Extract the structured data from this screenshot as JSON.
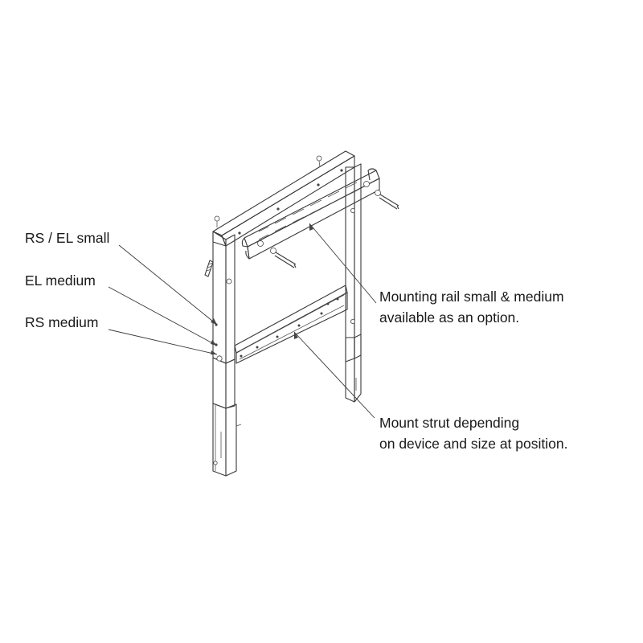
{
  "labels": {
    "rs_el_small": "RS / EL small",
    "el_medium": "EL medium",
    "rs_medium": "RS medium",
    "rail_line1": "Mounting rail small & medium",
    "rail_line2": "available as an option.",
    "strut_line1": "Mount strut depending",
    "strut_line2": "on device and size at position."
  },
  "colors": {
    "line": "#3a3a3a",
    "text": "#1a1a1a",
    "background": "#ffffff"
  }
}
